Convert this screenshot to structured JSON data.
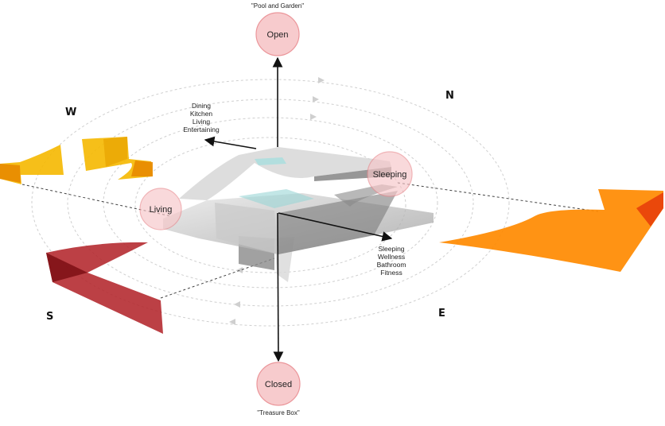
{
  "top_caption": "\"Pool and Garden\"",
  "bottom_caption": "\"Treasure Box\"",
  "nodes": {
    "open": "Open",
    "closed": "Closed",
    "living": "Living",
    "sleeping": "Sleeping"
  },
  "directions": {
    "north": "N",
    "south": "S",
    "east": "E",
    "west": "W"
  },
  "upper_level_functions": [
    "Dining",
    "Kitchen",
    "Living",
    "Entertaining"
  ],
  "lower_level_functions": [
    "Sleeping",
    "Wellness",
    "Bathroom",
    "Fitness"
  ],
  "colors": {
    "west": "#f5b800",
    "south": "#b3262b",
    "east": "#ff8a00",
    "node": "#f7c6c8"
  }
}
